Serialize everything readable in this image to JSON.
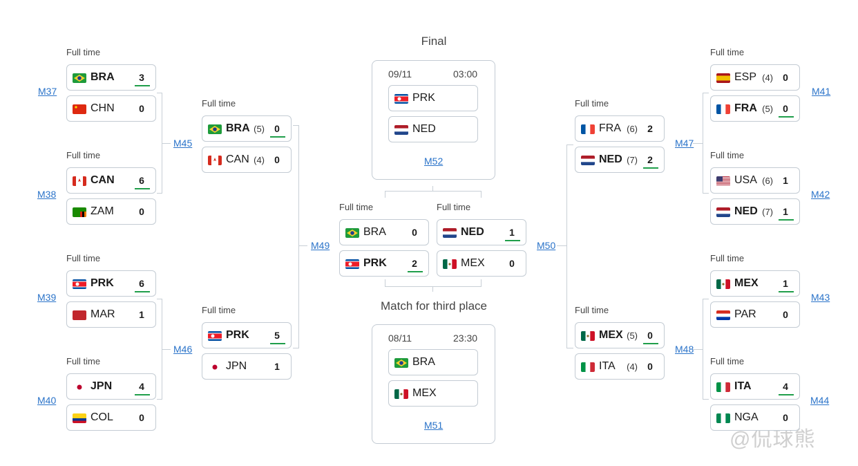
{
  "full_time_label": "Full time",
  "matches": {
    "M37": {
      "label": "M37",
      "teams": [
        {
          "code": "BRA",
          "flag": "BRA",
          "score": "3",
          "pen": "",
          "win": true
        },
        {
          "code": "CHN",
          "flag": "CHN",
          "score": "0",
          "pen": "",
          "win": false
        }
      ]
    },
    "M38": {
      "label": "M38",
      "teams": [
        {
          "code": "CAN",
          "flag": "CAN",
          "score": "6",
          "pen": "",
          "win": true
        },
        {
          "code": "ZAM",
          "flag": "ZAM",
          "score": "0",
          "pen": "",
          "win": false
        }
      ]
    },
    "M39": {
      "label": "M39",
      "teams": [
        {
          "code": "PRK",
          "flag": "PRK",
          "score": "6",
          "pen": "",
          "win": true
        },
        {
          "code": "MAR",
          "flag": "MAR",
          "score": "1",
          "pen": "",
          "win": false
        }
      ]
    },
    "M40": {
      "label": "M40",
      "teams": [
        {
          "code": "JPN",
          "flag": "JPN",
          "score": "4",
          "pen": "",
          "win": true
        },
        {
          "code": "COL",
          "flag": "COL",
          "score": "0",
          "pen": "",
          "win": false
        }
      ]
    },
    "M45": {
      "label": "M45",
      "teams": [
        {
          "code": "BRA",
          "flag": "BRA",
          "score": "0",
          "pen": "(5)",
          "win": true
        },
        {
          "code": "CAN",
          "flag": "CAN",
          "score": "0",
          "pen": "(4)",
          "win": false
        }
      ]
    },
    "M46": {
      "label": "M46",
      "teams": [
        {
          "code": "PRK",
          "flag": "PRK",
          "score": "5",
          "pen": "",
          "win": true
        },
        {
          "code": "JPN",
          "flag": "JPN",
          "score": "1",
          "pen": "",
          "win": false
        }
      ]
    },
    "M49": {
      "label": "M49",
      "teams": [
        {
          "code": "BRA",
          "flag": "BRA",
          "score": "0",
          "pen": "",
          "win": false
        },
        {
          "code": "PRK",
          "flag": "PRK",
          "score": "2",
          "pen": "",
          "win": true
        }
      ]
    },
    "M50": {
      "label": "M50",
      "teams": [
        {
          "code": "NED",
          "flag": "NED",
          "score": "1",
          "pen": "",
          "win": true
        },
        {
          "code": "MEX",
          "flag": "MEX",
          "score": "0",
          "pen": "",
          "win": false
        }
      ]
    },
    "M47": {
      "label": "M47",
      "teams": [
        {
          "code": "FRA",
          "flag": "FRA",
          "score": "2",
          "pen": "(6)",
          "win": false
        },
        {
          "code": "NED",
          "flag": "NED",
          "score": "2",
          "pen": "(7)",
          "win": true
        }
      ]
    },
    "M48": {
      "label": "M48",
      "teams": [
        {
          "code": "MEX",
          "flag": "MEX",
          "score": "0",
          "pen": "(5)",
          "win": true
        },
        {
          "code": "ITA",
          "flag": "ITA",
          "score": "0",
          "pen": "(4)",
          "win": false
        }
      ]
    },
    "M41": {
      "label": "M41",
      "teams": [
        {
          "code": "ESP",
          "flag": "ESP",
          "score": "0",
          "pen": "(4)",
          "win": false
        },
        {
          "code": "FRA",
          "flag": "FRA",
          "score": "0",
          "pen": "(5)",
          "win": true
        }
      ]
    },
    "M42": {
      "label": "M42",
      "teams": [
        {
          "code": "USA",
          "flag": "USA",
          "score": "1",
          "pen": "(6)",
          "win": false
        },
        {
          "code": "NED",
          "flag": "NED",
          "score": "1",
          "pen": "(7)",
          "win": true
        }
      ]
    },
    "M43": {
      "label": "M43",
      "teams": [
        {
          "code": "MEX",
          "flag": "MEX",
          "score": "1",
          "pen": "",
          "win": true
        },
        {
          "code": "PAR",
          "flag": "PAR",
          "score": "0",
          "pen": "",
          "win": false
        }
      ]
    },
    "M44": {
      "label": "M44",
      "teams": [
        {
          "code": "ITA",
          "flag": "ITA",
          "score": "4",
          "pen": "",
          "win": true
        },
        {
          "code": "NGA",
          "flag": "NGA",
          "score": "0",
          "pen": "",
          "win": false
        }
      ]
    }
  },
  "final": {
    "title": "Final",
    "date": "09/11",
    "time": "03:00",
    "teams": [
      {
        "code": "PRK",
        "flag": "PRK"
      },
      {
        "code": "NED",
        "flag": "NED"
      }
    ],
    "link": "M52"
  },
  "third_place": {
    "title": "Match for third place",
    "date": "08/11",
    "time": "23:30",
    "teams": [
      {
        "code": "BRA",
        "flag": "BRA"
      },
      {
        "code": "MEX",
        "flag": "MEX"
      }
    ],
    "link": "M51"
  },
  "watermark": "@侃球熊",
  "colors": {
    "win_underline": "#1f9e4a",
    "link": "#2a73c9",
    "border": "#c3cbd3"
  }
}
